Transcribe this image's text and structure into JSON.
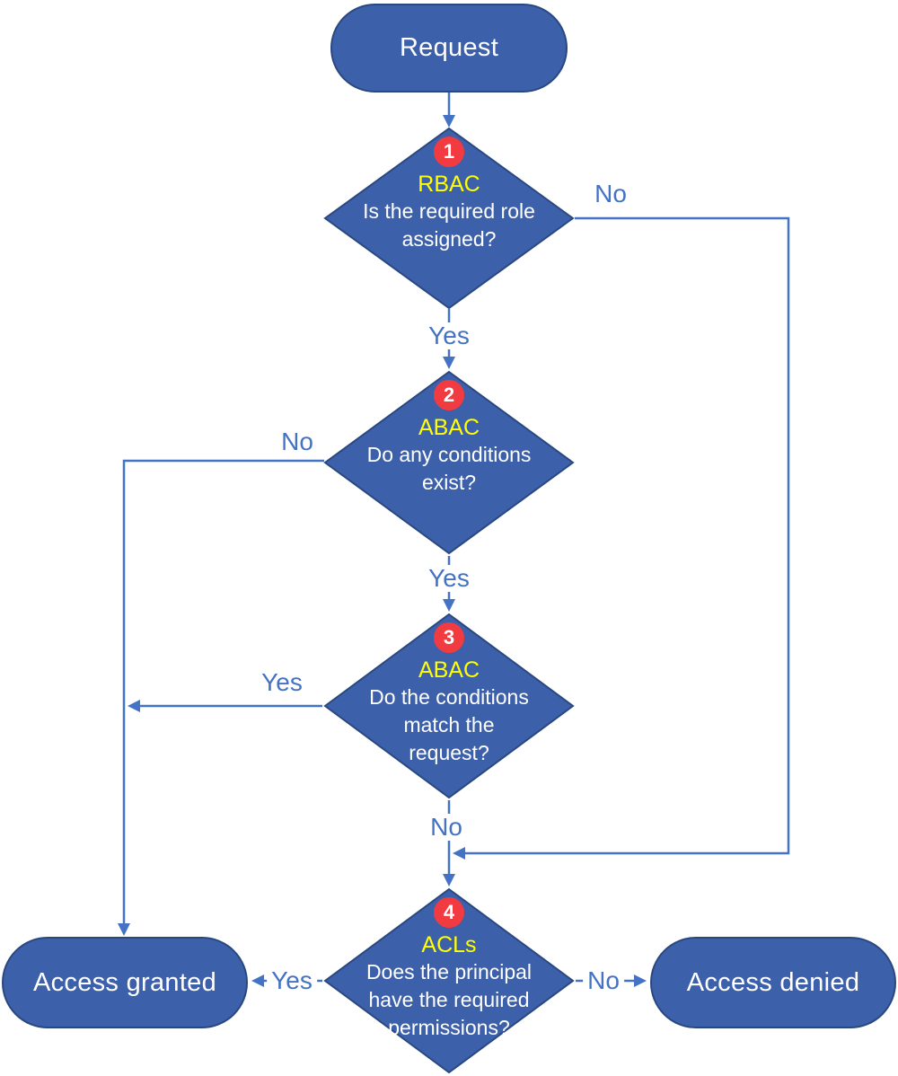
{
  "nodes": {
    "request": {
      "label": "Request"
    },
    "step1": {
      "number": "1",
      "model": "RBAC",
      "question": "Is the required role\nassigned?"
    },
    "step2": {
      "number": "2",
      "model": "ABAC",
      "question": "Do any conditions\nexist?"
    },
    "step3": {
      "number": "3",
      "model": "ABAC",
      "question": "Do the conditions\nmatch the\nrequest?"
    },
    "step4": {
      "number": "4",
      "model": "ACLs",
      "question": "Does the principal\nhave the required\npermissions?"
    },
    "granted": {
      "label": "Access granted"
    },
    "denied": {
      "label": "Access denied"
    }
  },
  "edges": {
    "step1_yes": "Yes",
    "step1_no": "No",
    "step2_yes": "Yes",
    "step2_no": "No",
    "step3_yes": "Yes",
    "step3_no": "No",
    "step4_yes": "Yes",
    "step4_no": "No"
  },
  "colors": {
    "shape_fill": "#3D60AB",
    "shape_border": "#2A4880",
    "connector": "#4472C4",
    "badge": "#F23B40",
    "model_label": "#FFFF00",
    "shape_text": "#FFFFFF"
  }
}
